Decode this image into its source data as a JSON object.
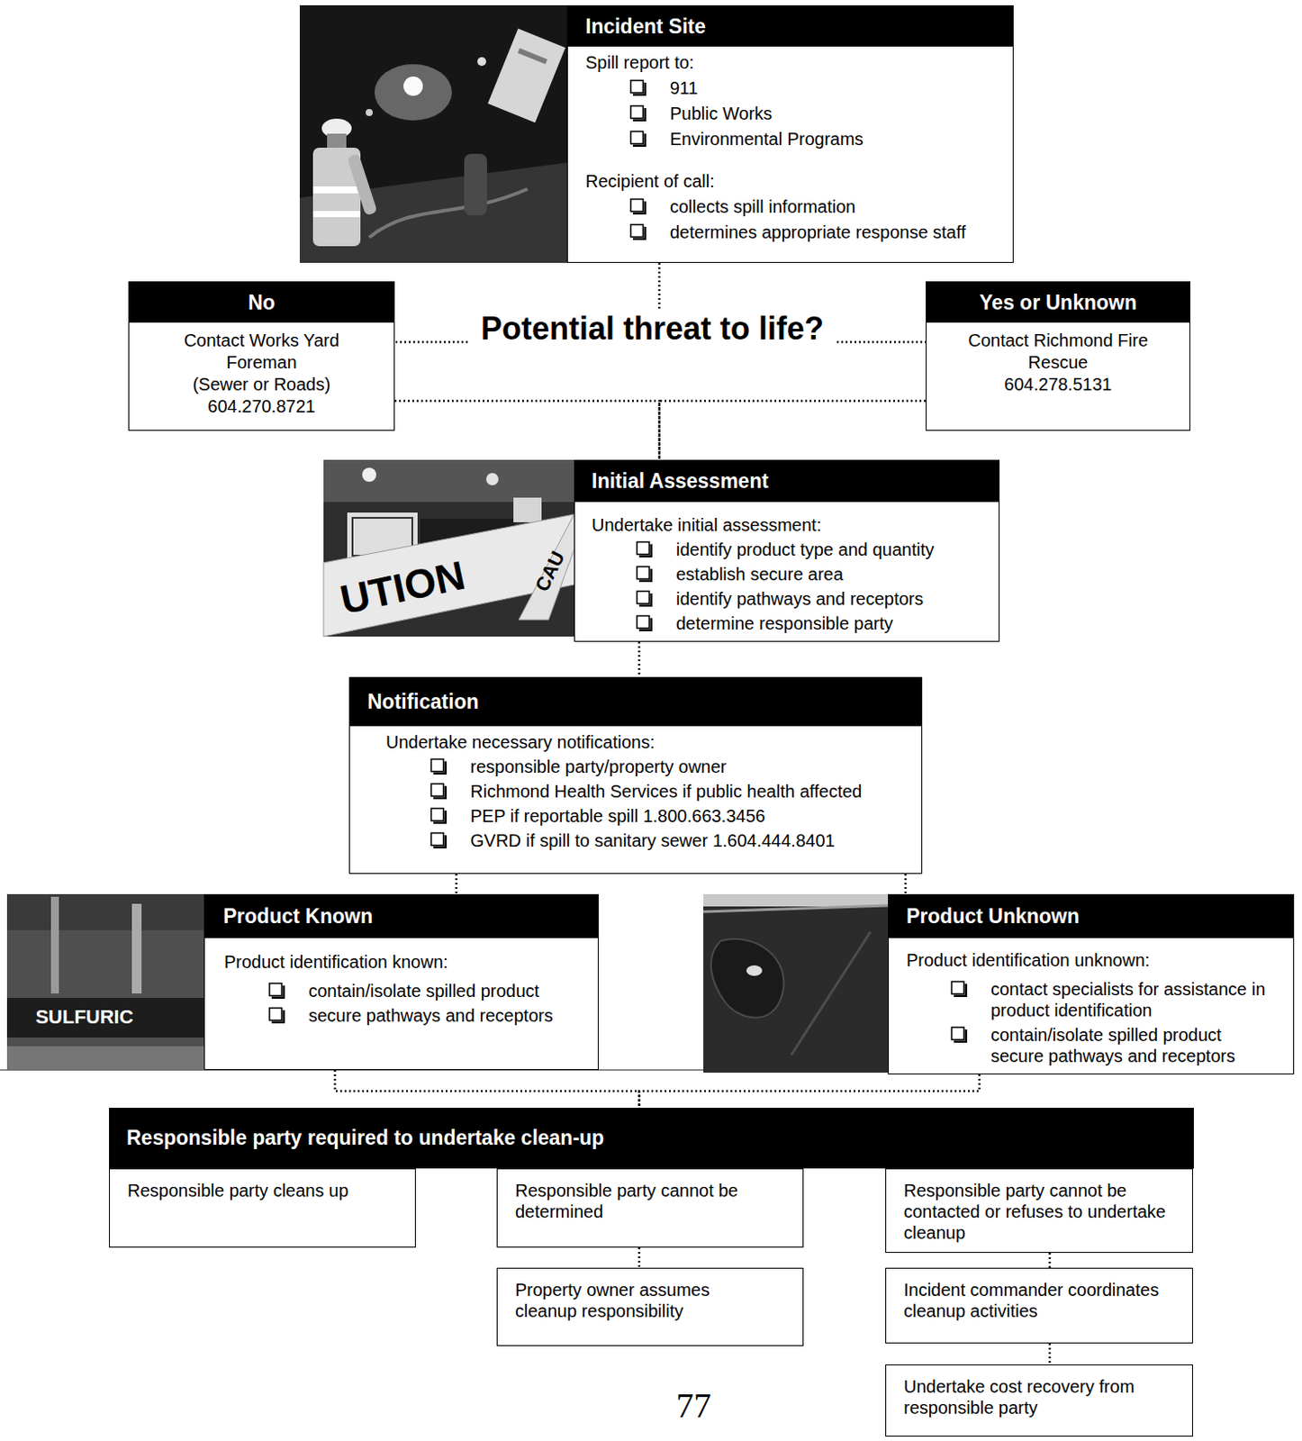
{
  "diagram": {
    "nodes": [
      {
        "text": [
          "Incident Site",
          "Spill report to:",
          "911",
          "Public Works",
          "Environmental Programs",
          "Recipient of call:",
          "collects spill information",
          "determines appropriate response staff"
        ]
      },
      {
        "text": [
          "Potential threat to life?"
        ]
      },
      {
        "text": [
          "No",
          "Contact Works Yard Foreman",
          "(Sewer or Roads)",
          "604.270.8721"
        ]
      },
      {
        "text": [
          "Yes or Unknown",
          "Contact Richmond Fire Rescue",
          "604.278.5131"
        ]
      },
      {
        "text": [
          "Initial Assessment",
          "Undertake initial assessment:",
          "identify product type and quantity",
          "establish secure area",
          "identify pathways and receptors",
          "determine responsible party"
        ]
      },
      {
        "text": [
          "Notification",
          "Undertake necessary notifications:",
          "responsible party/property owner",
          "Richmond Health Services if public health affected",
          "PEP if reportable spill 1.800.663.3456",
          "GVRD if spill to sanitary sewer 1.604.444.8401"
        ]
      },
      {
        "text": [
          "Product Known",
          "Product identification known:",
          "contain/isolate spilled product",
          "secure pathways and receptors"
        ]
      },
      {
        "text": [
          "Product Unknown",
          "Product identification unknown:",
          "contact specialists for assistance in product identification",
          "contain/isolate spilled product secure pathways and receptors"
        ]
      },
      {
        "text": [
          "Responsible party required to undertake clean-up"
        ]
      },
      {
        "text": [
          "Responsible party cleans up"
        ]
      },
      {
        "text": [
          "Responsible party cannot be determined"
        ]
      },
      {
        "text": [
          "Responsible party cannot be contacted or refuses to undertake cleanup"
        ]
      },
      {
        "text": [
          "Property owner assumes cleanup responsibility"
        ]
      },
      {
        "text": [
          "Incident commander coordinates cleanup activities"
        ]
      },
      {
        "text": [
          "Undertake cost recovery from responsible party"
        ]
      }
    ],
    "edges": [
      {
        "from": 0,
        "to": 1,
        "arrow": "none"
      },
      {
        "from": 1,
        "to": 2,
        "arrow": "none"
      },
      {
        "from": 1,
        "to": 3,
        "arrow": "none"
      },
      {
        "from": 2,
        "to": 4,
        "arrow": "none"
      },
      {
        "from": 3,
        "to": 4,
        "arrow": "none"
      },
      {
        "from": 4,
        "to": 5,
        "arrow": "none"
      },
      {
        "from": 5,
        "to": 6,
        "arrow": "none"
      },
      {
        "from": 5,
        "to": 7,
        "arrow": "none"
      },
      {
        "from": 6,
        "to": 8,
        "arrow": "none"
      },
      {
        "from": 7,
        "to": 8,
        "arrow": "none"
      },
      {
        "from": 10,
        "to": 12,
        "arrow": "none"
      },
      {
        "from": 11,
        "to": 13,
        "arrow": "none"
      },
      {
        "from": 13,
        "to": 14,
        "arrow": "none"
      }
    ],
    "labels": [
      "UTION",
      "CAU",
      "SULFURIC",
      "77"
    ]
  }
}
